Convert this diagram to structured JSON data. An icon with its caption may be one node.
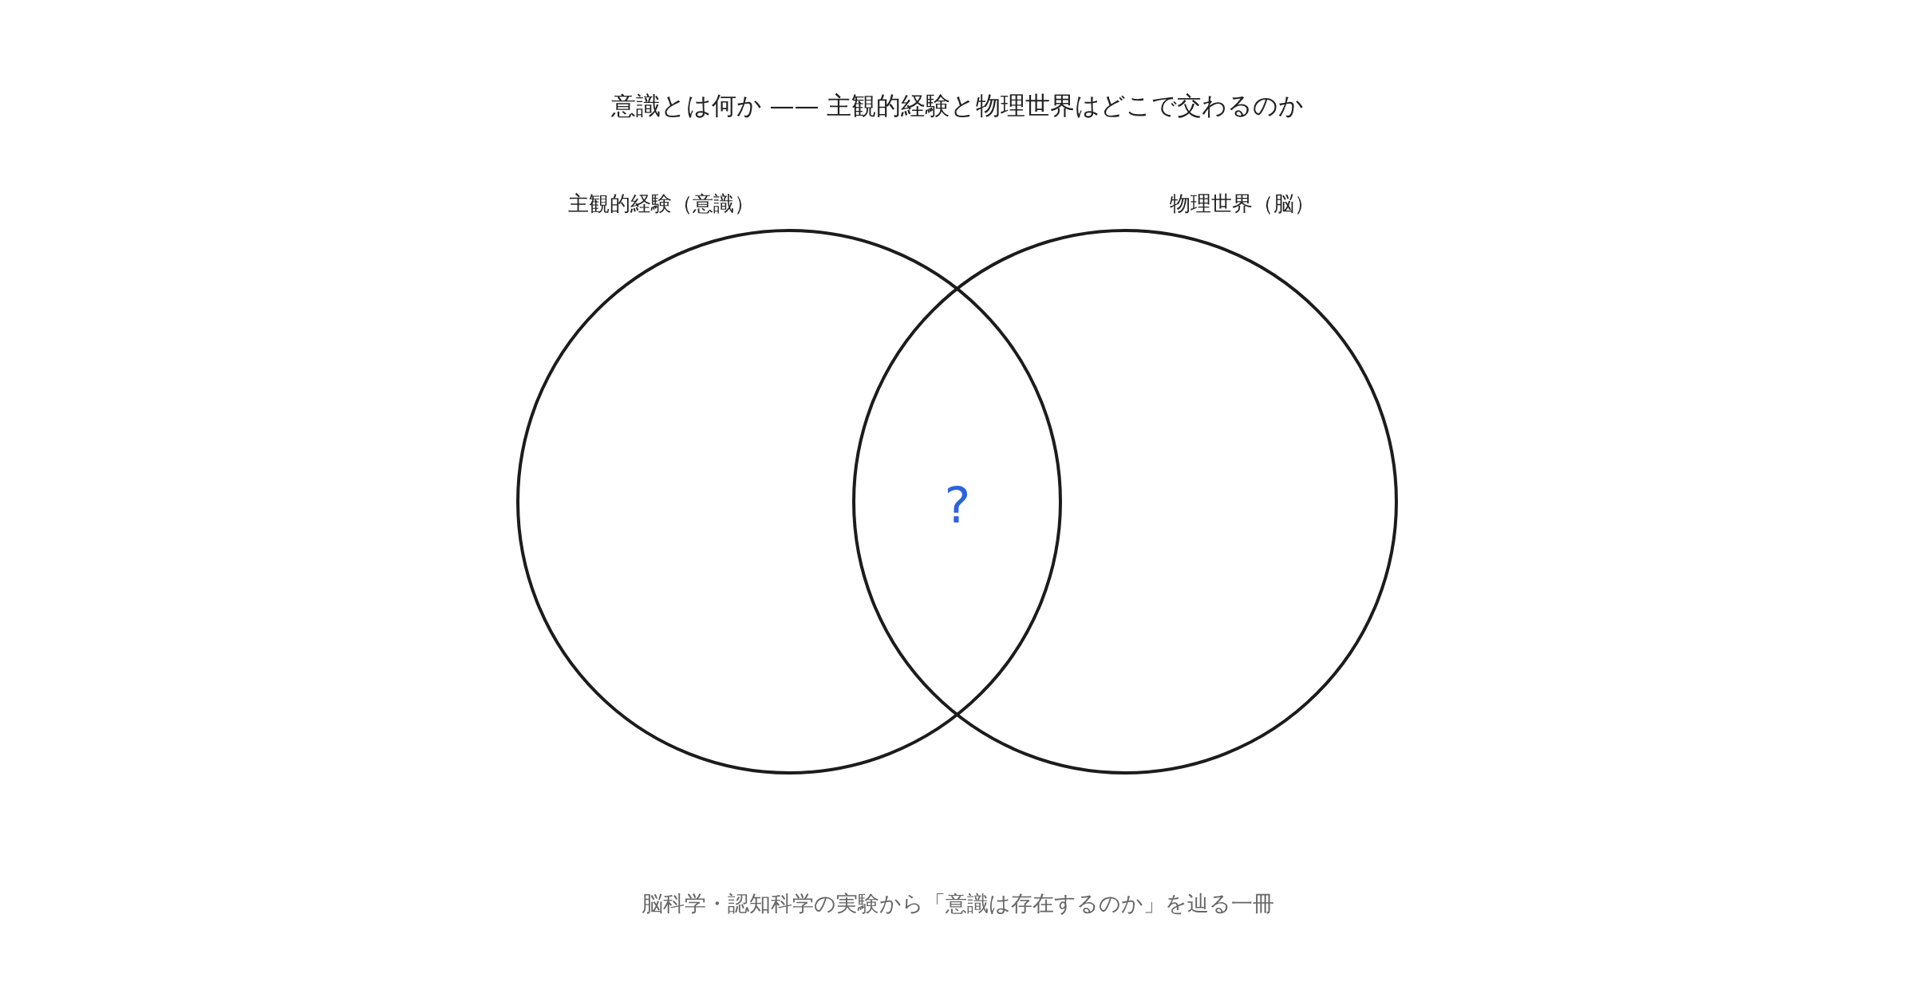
{
  "diagram": {
    "title": "意識とは何か —— 主観的経験と物理世界はどこで交わるのか",
    "caption": "脳科学・認知科学の実験から「意識は存在するのか」を辿る一冊",
    "nodes": [
      {
        "text": [
          "主観的経験（意識）"
        ]
      },
      {
        "text": [
          "物理世界（脳）"
        ]
      }
    ],
    "labels": [
      "?"
    ]
  }
}
